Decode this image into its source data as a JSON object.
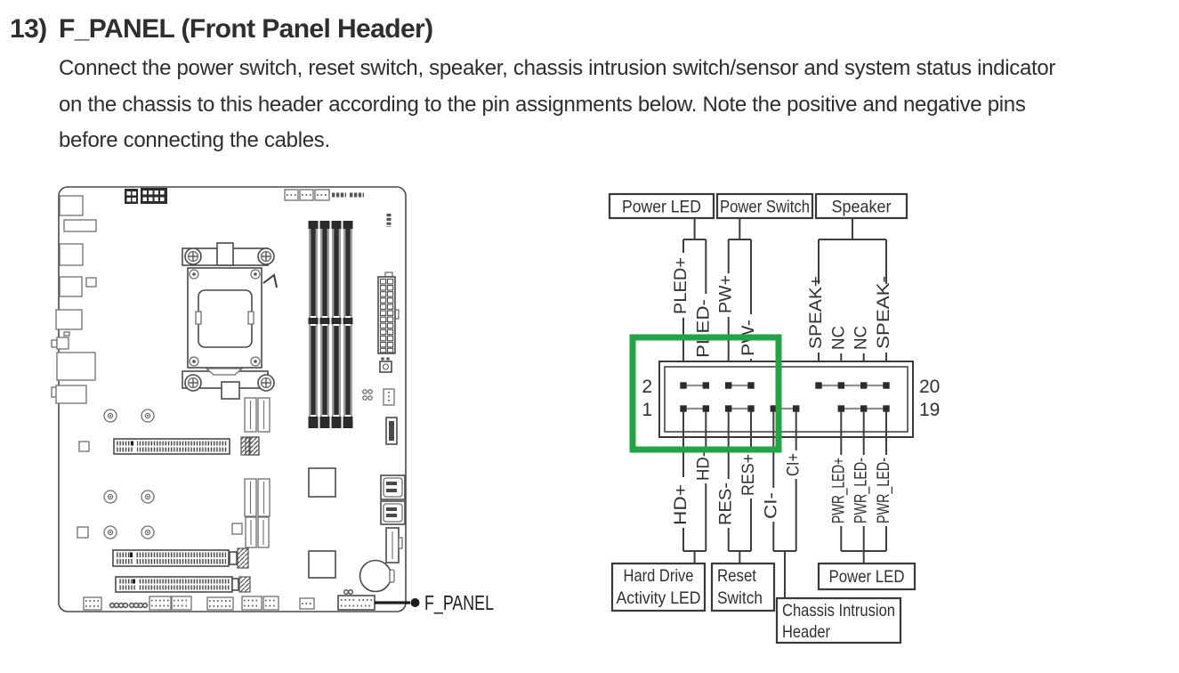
{
  "heading": {
    "number": "13)",
    "title": "F_PANEL (Front Panel Header)"
  },
  "body": {
    "lines": [
      "Connect the power switch, reset switch, speaker, chassis intrusion switch/sensor and system status indicator",
      "on the chassis to this header according to the pin assignments below. Note the positive and negative pins",
      "before connecting the cables."
    ]
  },
  "motherboard": {
    "callout": "F_PANEL"
  },
  "pin_diagram": {
    "component_boxes_top": [
      "Power LED",
      "Power Switch",
      "Speaker"
    ],
    "pin_labels_top": [
      "PLED+",
      "PLED-",
      "PW+",
      "PW-",
      "SPEAK+",
      "NC",
      "NC",
      "SPEAK-"
    ],
    "pin_labels_bottom": [
      "HD+",
      "HD-",
      "RES-",
      "RES+",
      "CI-",
      "CI+",
      "PWR_LED+",
      "PWR_LED-",
      "PWR_LED-"
    ],
    "pin_numbers": {
      "top_left": "2",
      "bottom_left": "1",
      "top_right": "20",
      "bottom_right": "19"
    },
    "component_boxes_bottom": {
      "hard_drive_activity_led": [
        "Hard Drive",
        "Activity LED"
      ],
      "reset_switch": [
        "Reset",
        "Switch"
      ],
      "chassis_intrusion_header": [
        "Chassis Intrusion",
        "Header"
      ],
      "power_led": "Power LED"
    },
    "highlight_color": "#22A346"
  }
}
